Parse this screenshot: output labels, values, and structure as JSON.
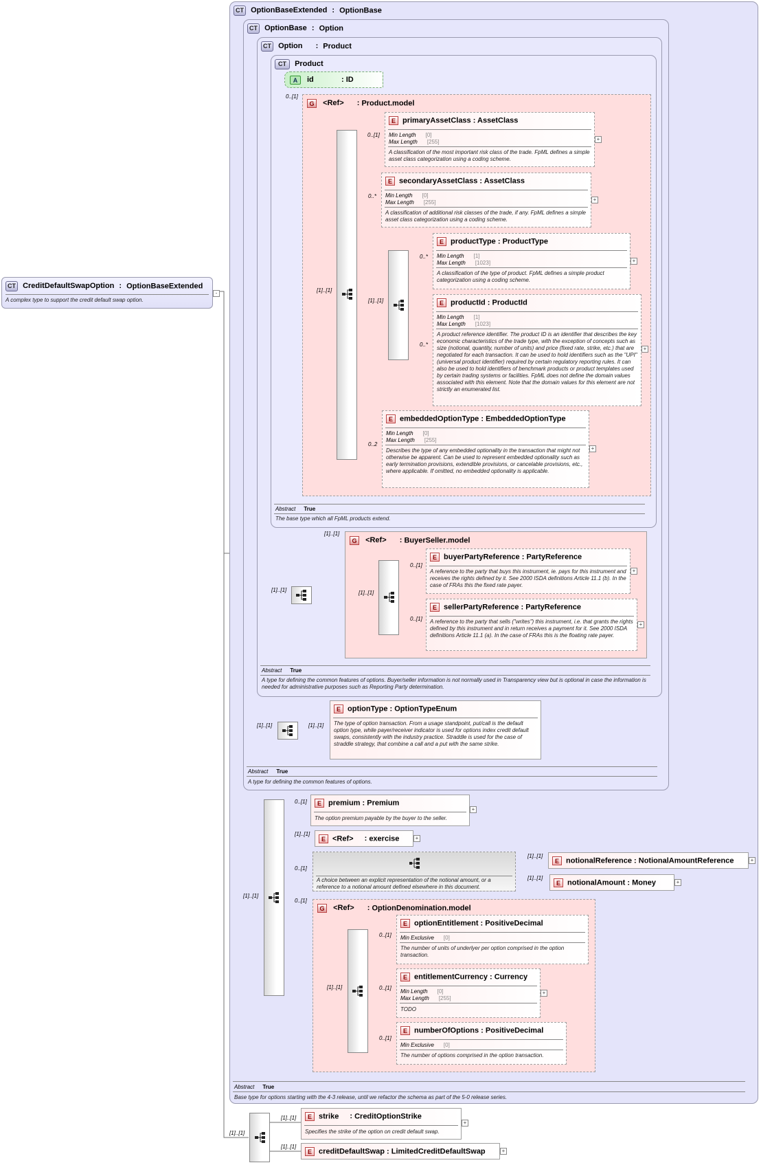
{
  "badges": {
    "ct": "CT",
    "a": "A",
    "g": "G",
    "e": "E"
  },
  "root": {
    "name": "CreditDefaultSwapOption",
    "type": "OptionBaseExtended",
    "doc": "A complex type to support the credit default swap option."
  },
  "optionBaseExtended": {
    "name": "OptionBaseExtended",
    "type": "OptionBase",
    "abstract_label": "Abstract",
    "abstract_value": "True",
    "doc": "Base type for options starting with the 4-3 release, until we refactor the schema as part of the 5-0 release series."
  },
  "optionBase": {
    "name": "OptionBase",
    "type": "Option",
    "abstract_label": "Abstract",
    "abstract_value": "True",
    "doc": "A type for defining the common features of options."
  },
  "option": {
    "name": "Option",
    "type": "Product",
    "abstract_label": "Abstract",
    "abstract_value": "True",
    "doc": "A type for defining the common features of options. Buyer/seller information is not normally used in Transparency view but is optional in case the information is needed for administrative purposes such as Reporting Party determination."
  },
  "product": {
    "name": "Product",
    "abstract_label": "Abstract",
    "abstract_value": "True",
    "doc": "The base type which all FpML products extend."
  },
  "id_attr": {
    "name": "id",
    "type": "ID"
  },
  "product_model": {
    "ref": "<Ref>",
    "type": "Product.model",
    "card": "0..[1]"
  },
  "facet_labels": {
    "min_length": "Min Length",
    "max_length": "Max Length",
    "min_exclusive": "Min Exclusive"
  },
  "primaryAssetClass": {
    "name": "primaryAssetClass",
    "type": "AssetClass",
    "card": "0..[1]",
    "min": "[0]",
    "max": "[255]",
    "doc": "A classification of the most important risk class of the trade. FpML defines a simple asset class categorization using a coding scheme."
  },
  "secondaryAssetClass": {
    "name": "secondaryAssetClass",
    "type": "AssetClass",
    "card": "0..*",
    "min": "[0]",
    "max": "[255]",
    "doc": "A classification of additional risk classes of the trade, if any. FpML defines a simple asset class categorization using a coding scheme."
  },
  "productType": {
    "name": "productType",
    "type": "ProductType",
    "card": "0..*",
    "min": "[1]",
    "max": "[1023]",
    "doc": "A classification of the type of product. FpML defines a simple product categorization using a coding scheme."
  },
  "productId": {
    "name": "productId",
    "type": "ProductId",
    "card": "0..*",
    "min": "[1]",
    "max": "[1023]",
    "doc": "A product reference identifier. The product ID is an identifier that describes the key economic characteristics of the trade type, with the exception of concepts such as size (notional, quantity, number of units) and price (fixed rate, strike, etc.) that are negotiated for each transaction. It can be used to hold identifiers such as the \"UPI\" (universal product identifier) required by certain regulatory reporting rules. It can also be used to hold identifiers of benchmark products or product templates used by certain trading systems or facilities. FpML does not define the domain values associated with this element. Note that the domain values for this element are not strictly an enumerated list."
  },
  "embeddedOptionType": {
    "name": "embeddedOptionType",
    "type": "EmbeddedOptionType",
    "card": "0..2",
    "min": "[0]",
    "max": "[255]",
    "doc": "Describes the type of any embedded optionality in the transaction that might not otherwise be apparent. Can be used to represent embedded optionality such as early termination provisions, extendible provisions, or cancelable provisions, etc., where applicable. If omitted, no embedded optionality is applicable."
  },
  "seq_cards": {
    "one": "[1]..[1]"
  },
  "buyerSeller": {
    "ref": "<Ref>",
    "type": "BuyerSeller.model",
    "card": "[1]..[1]"
  },
  "buyerPartyReference": {
    "name": "buyerPartyReference",
    "type": "PartyReference",
    "card": "0..[1]",
    "doc": "A reference to the party that buys this instrument, ie. pays for this instrument and receives the rights defined by it. See 2000 ISDA definitions Article 11.1 (b). In the case of FRAs this the fixed rate payer."
  },
  "sellerPartyReference": {
    "name": "sellerPartyReference",
    "type": "PartyReference",
    "card": "0..[1]",
    "doc": "A reference to the party that sells (\"writes\") this instrument, i.e. that grants the rights defined by this instrument and in return receives a payment for it. See 2000 ISDA definitions Article 11.1 (a). In the case of FRAs this is the floating rate payer."
  },
  "optionType": {
    "name": "optionType",
    "type": "OptionTypeEnum",
    "card": "[1]..[1]",
    "doc": "The type of option transaction. From a usage standpoint, put/call is the default option type, while payer/receiver indicator is used for options index credit default swaps, consistently with the industry practice. Straddle is used for the case of straddle strategy, that combine a call and a put with the same strike."
  },
  "premium": {
    "name": "premium",
    "type": "Premium",
    "card": "0..[1]",
    "doc": "The option premium payable by the buyer to the seller."
  },
  "exercise": {
    "ref": "<Ref>",
    "type": "exercise",
    "card": "[1]..[1]"
  },
  "choice": {
    "card": "0..[1]",
    "doc": "A choice between an explicit representation of the notional amount, or a reference to a notional amount defined elsewhere in this document."
  },
  "notionalReference": {
    "name": "notionalReference",
    "type": "NotionalAmountReference",
    "card": "[1]..[1]"
  },
  "notionalAmount": {
    "name": "notionalAmount",
    "type": "Money",
    "card": "[1]..[1]"
  },
  "optionDenomination": {
    "ref": "<Ref>",
    "type": "OptionDenomination.model",
    "card": "0..[1]"
  },
  "optionEntitlement": {
    "name": "optionEntitlement",
    "type": "PositiveDecimal",
    "card": "0..[1]",
    "min_excl": "[0]",
    "doc": "The number of units of underlyer per option comprised in the option transaction."
  },
  "entitlementCurrency": {
    "name": "entitlementCurrency",
    "type": "Currency",
    "card": "0..[1]",
    "min": "[0]",
    "max": "[255]",
    "doc": "TODO"
  },
  "numberOfOptions": {
    "name": "numberOfOptions",
    "type": "PositiveDecimal",
    "card": "0..[1]",
    "min_excl": "[0]",
    "doc": "The number of options comprised in the option transaction."
  },
  "strike": {
    "name": "strike",
    "type": "CreditOptionStrike",
    "card": "[1]..[1]",
    "doc": "Specifies the strike of the option on credit default swap."
  },
  "creditDefaultSwap": {
    "name": "creditDefaultSwap",
    "type": "LimitedCreditDefaultSwap",
    "card": "[1]..[1]"
  },
  "colors": {
    "ct_bg": "#e4e4fa",
    "el_bg": "#fff0f0",
    "group_bg": "#ffdede",
    "attr_bg": "#d8f5d8"
  }
}
